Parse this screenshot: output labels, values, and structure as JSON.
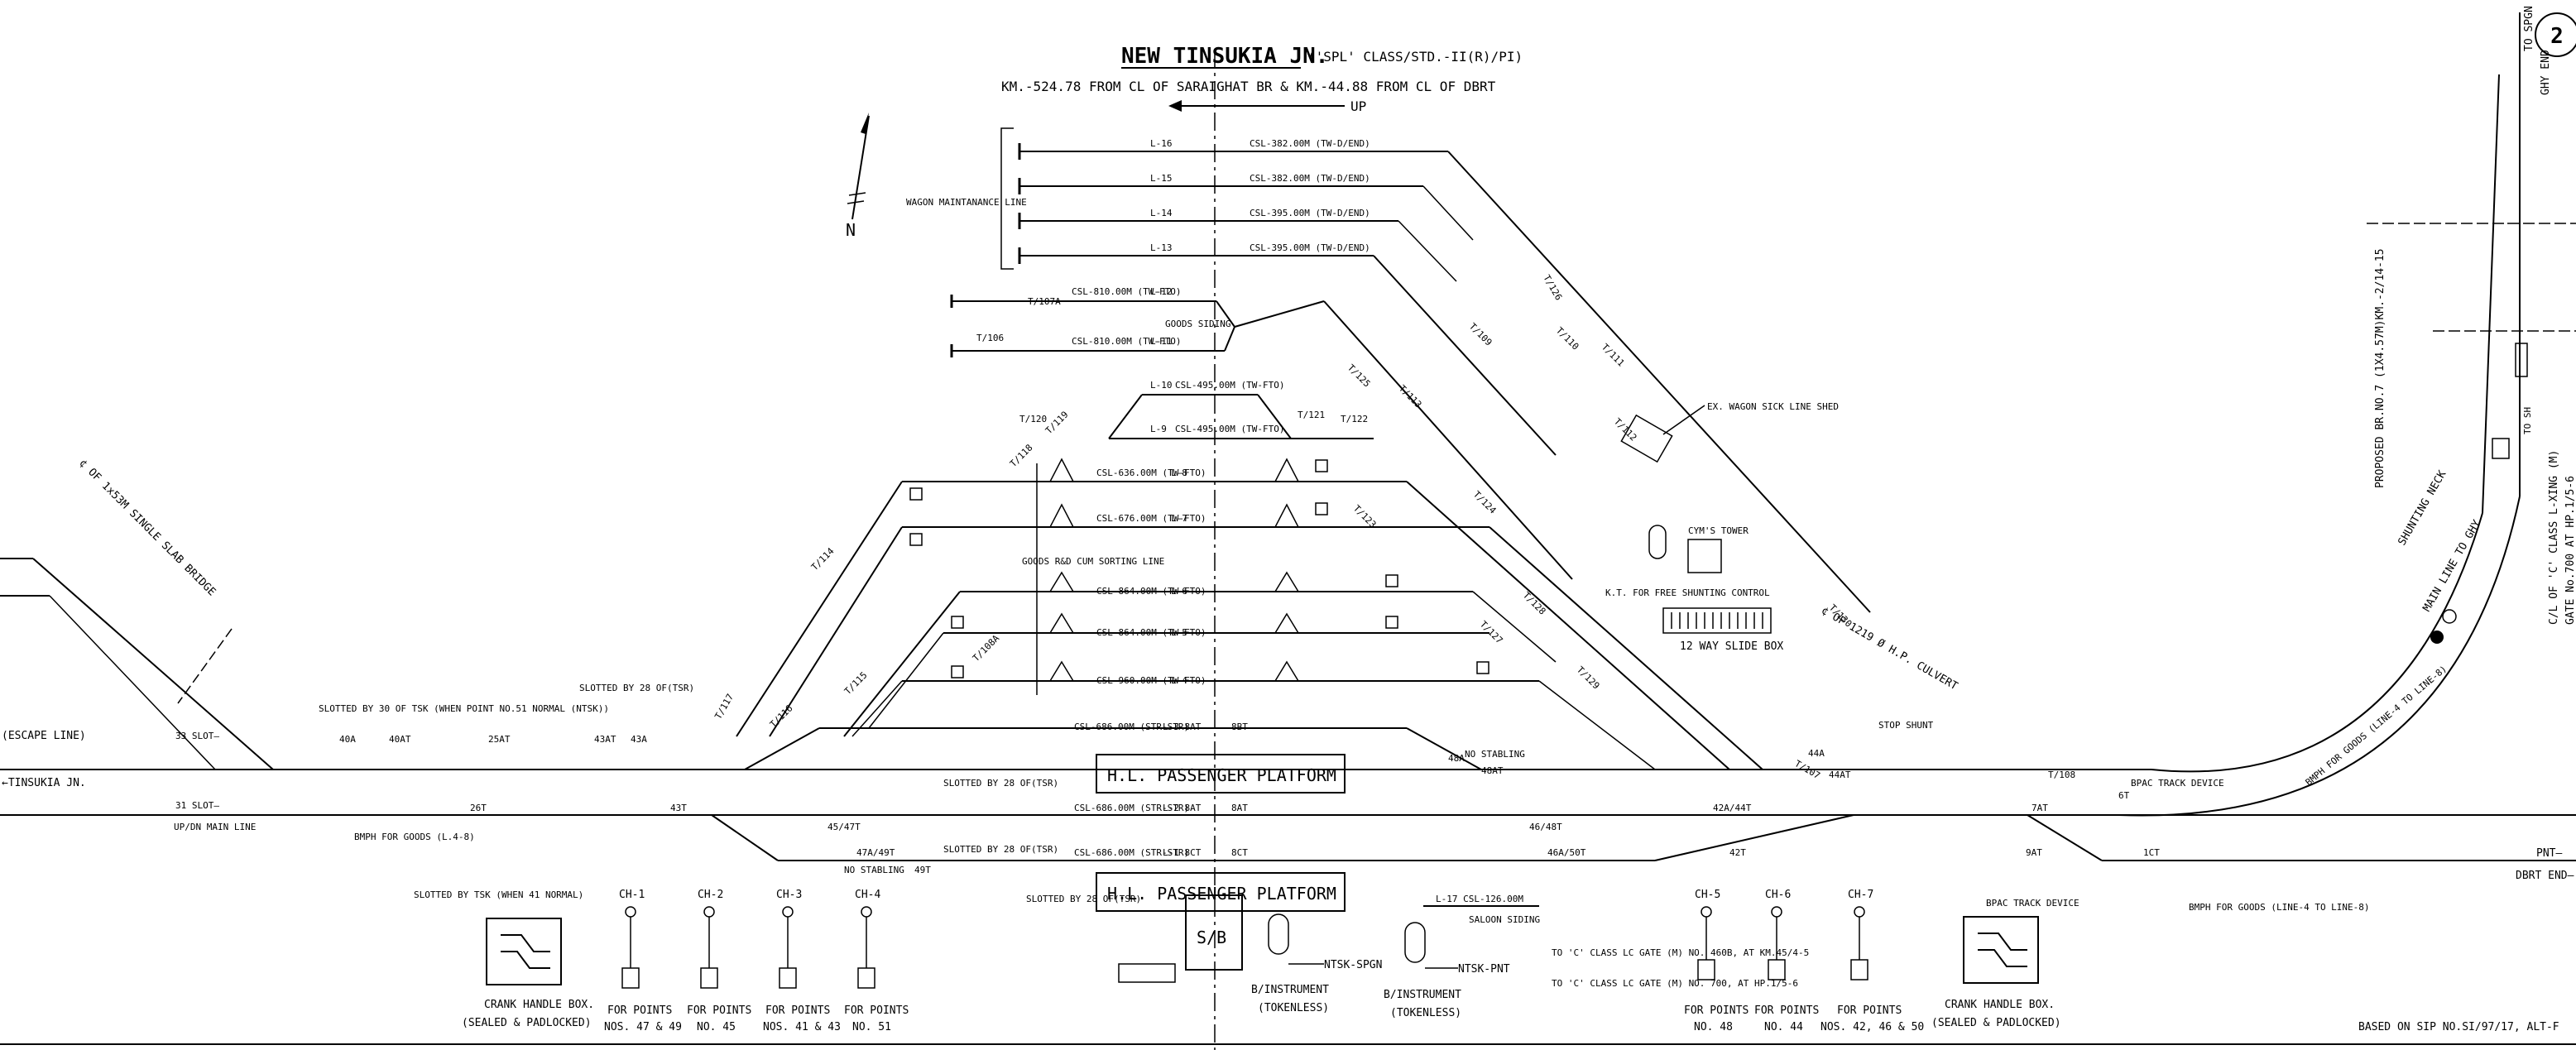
{
  "sheet_number": "2",
  "header": {
    "station_name": "NEW TINSUKIA JN.",
    "station_class": "('SPL' CLASS/STD.-II(R)/PI)",
    "km_line": "KM.-524.78 FROM CL OF SARAIGHAT BR & KM.-44.88 FROM CL OF DBRT",
    "up_direction": "UP"
  },
  "north_label": "N",
  "wagon_maintenance_label": "WAGON MAINTANANCE LINE",
  "wagon_lines": [
    {
      "name": "L-16",
      "csl": "CSL-382.00M (TW-D/END)"
    },
    {
      "name": "L-15",
      "csl": "CSL-382.00M (TW-D/END)"
    },
    {
      "name": "L-14",
      "csl": "CSL-395.00M (TW-D/END)"
    },
    {
      "name": "L-13",
      "csl": "CSL-395.00M (TW-D/END)"
    }
  ],
  "goods_siding": {
    "label": "GOODS SIDING",
    "lines": [
      {
        "name": "L-12",
        "csl": "CSL-810.00M (TW-FTO)"
      },
      {
        "name": "L-11",
        "csl": "CSL-810.00M (TW-FTO)"
      }
    ]
  },
  "yard_lines": [
    {
      "name": "L-10",
      "csl": "CSL-495.00M (TW-FTO)"
    },
    {
      "name": "L-9",
      "csl": "CSL-495.00M (TW-FTO)"
    },
    {
      "name": "L-8",
      "csl": "CSL-636.00M (TW-FTO)"
    },
    {
      "name": "L-7",
      "csl": "CSL-676.00M (TW-FTO)"
    },
    {
      "name": "L-6",
      "csl": "CSL-864.00M (TW-FTO)"
    },
    {
      "name": "L-5",
      "csl": "CSL-864.00M (TW-FTO)"
    },
    {
      "name": "L-4",
      "csl": "CSL-960.00M (TW-FTO)"
    }
  ],
  "goods_rd_label": "GOODS R&D CUM SORTING LINE",
  "main_lines": [
    {
      "name": "L-3 8AT",
      "csl": "CSL-686.00M (STR-STR)",
      "right": "8BT"
    },
    {
      "name": "L-2 8AT",
      "csl": "CSL-686.00M (STR-STR)",
      "right": "8AT"
    },
    {
      "name": "L-1 8CT",
      "csl": "CSL-686.00M (STR-STR)",
      "right": "8CT"
    }
  ],
  "platforms": [
    "H.L. PASSENGER PLATFORM",
    "H.L. PASSENGER PLATFORM"
  ],
  "left_labels": {
    "escape": "(ESCAPE LINE)",
    "tinsukia": "←TINSUKIA JN.",
    "slot33": "33 SLOT—",
    "slot31": "31 SLOT—",
    "updn": "UP/DN MAIN LINE",
    "bridge": "¢ OF 1x53M SINGLE SLAB BRIDGE"
  },
  "notes": {
    "slotted_sm": "SLOTTED BY 30 OF TSK (WHEN POINT NO.51 NORMAL (NTSK))",
    "slotted_28a": "SLOTTED BY 28 OF(TSR)",
    "slotted_28b": "SLOTTED BY 28 OF(TSR)",
    "slotted_28c": "SLOTTED BY 28 OF(TSR)",
    "slotted_28d": "SLOTTED BY 28 OF(TSR)",
    "slotted_tsk": "SLOTTED BY TSK (WHEN 41 NORMAL)",
    "bmph_l": "BMPH FOR GOODS (L.4-8)",
    "no_stabling_1": "NO STABLING",
    "no_stabling_2": "NO STABLING",
    "saloon": "SALOON SIDING",
    "l17": "L-17 CSL-126.00M",
    "culvert": "¢ OF 1219 Ø H.P. CULVERT",
    "stop_shunt": "STOP SHUNT",
    "sick_shed": "EX. WAGON SICK LINE SHED",
    "cyms_tower": "CYM'S TOWER",
    "kt": "K.T. FOR FREE SHUNTING CONTROL",
    "slide_box": "12 WAY SLIDE BOX",
    "bpac1": "BPAC TRACK DEVICE",
    "bpac2": "BPAC TRACK DEVICE",
    "bmph_r": "BMPH FOR GOODS (LINE-4 TO LINE-8)",
    "bmph_r2": "BMPH FOR GOODS (LINE-4 TO LINE-8)",
    "lc_gate1": "TO 'C' CLASS LC GATE (M) NO. 460B, AT KM.45/4-5",
    "lc_gate2": "TO 'C' CLASS LC GATE (M) NO. 700, AT HP.1/5-6"
  },
  "right_labels": {
    "spgn": "TO SPGN",
    "ghy": "GHY END",
    "proposed": "PROPOSED BR.NO.7 (1X4.57M)KM.-2/14-15",
    "shunting_neck": "SHUNTING NECK",
    "main_line_ghy": "MAIN LINE TO GHY",
    "lxing": "C/L OF 'C' CLASS L-XING (M)",
    "gate700": "GATE No.700 AT HP.1/5-6",
    "to_sh": "TO SH",
    "pnt": "PNT—",
    "dbrt": "DBRT END—"
  },
  "instruments": [
    {
      "name": "NTSK-SPGN",
      "caption": "B/INSTRUMENT",
      "sub": "(TOKENLESS)"
    },
    {
      "name": "NTSK-PNT",
      "caption": "B/INSTRUMENT",
      "sub": "(TOKENLESS)"
    }
  ],
  "smb_label": "S/B",
  "crank_boxes": [
    {
      "label": "CRANK HANDLE BOX.",
      "sub": "(SEALED & PADLOCKED)"
    },
    {
      "label": "CRANK HANDLE BOX.",
      "sub": "(SEALED & PADLOCKED)"
    }
  ],
  "crank_handles": [
    {
      "ch": "CH-1",
      "for": "FOR POINTS",
      "nos": "NOS. 47 & 49"
    },
    {
      "ch": "CH-2",
      "for": "FOR POINTS",
      "nos": "NO. 45"
    },
    {
      "ch": "CH-3",
      "for": "FOR POINTS",
      "nos": "NOS. 41 & 43"
    },
    {
      "ch": "CH-4",
      "for": "FOR POINTS",
      "nos": "NO. 51"
    },
    {
      "ch": "CH-5",
      "for": "FOR POINTS",
      "nos": "NO. 48"
    },
    {
      "ch": "CH-6",
      "for": "FOR POINTS",
      "nos": "NO. 44"
    },
    {
      "ch": "CH-7",
      "for": "FOR POINTS",
      "nos": "NOS. 42, 46 & 50"
    }
  ],
  "footer": "BASED ON SIP NO.SI/97/17, ALT-F",
  "track_labels": [
    "T/106",
    "T/107A",
    "T/107",
    "T/108",
    "T/108A",
    "T/109",
    "T/110",
    "T/111",
    "T/112",
    "T/113",
    "T/114",
    "T/115",
    "T/116",
    "T/117",
    "T/118",
    "T/119",
    "T/120",
    "T/121",
    "T/122",
    "T/123",
    "T/124",
    "T/125",
    "T/126",
    "T/127",
    "T/128",
    "T/129",
    "T/130"
  ],
  "track_circuits": [
    "40A",
    "40AT",
    "25AT",
    "43AT",
    "43A",
    "43T",
    "26T",
    "42T",
    "42A/44T",
    "44AT",
    "44A",
    "7AT",
    "9AT",
    "6T",
    "45/47T",
    "47A/49T",
    "49T",
    "46/48T",
    "46A/50T",
    "48AT",
    "48A",
    "1CT"
  ]
}
